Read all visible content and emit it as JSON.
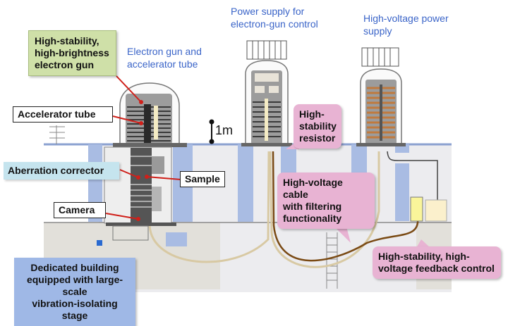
{
  "titles": {
    "electron_gun": [
      "Electron gun and",
      "accelerator tube"
    ],
    "gun_control_ps": [
      "Power supply for",
      "electron-gun control"
    ],
    "hv_ps": [
      "High-voltage power",
      "supply"
    ]
  },
  "labels": {
    "electron_gun": [
      "High-stability,",
      "high-brightness",
      "electron gun"
    ],
    "accelerator_tube": "Accelerator tube",
    "aberration_corrector": "Aberration corrector",
    "sample": "Sample",
    "camera": "Camera",
    "building": [
      "Dedicated building",
      "equipped with large-scale",
      "vibration-isolating stage"
    ],
    "resistor": [
      "High-",
      "stability",
      "resistor"
    ],
    "hv_cable": [
      "High-voltage cable",
      "with filtering",
      "functionality"
    ],
    "feedback": [
      "High-stability, high-",
      "voltage feedback control"
    ]
  },
  "scale_bar": "1m",
  "colors": {
    "title_blue": "#3a64c8",
    "pointer_red": "#d0201a",
    "green_box": "#cfe0a8",
    "cyan_box": "#c5e4ee",
    "pink_box": "#e8b3d3",
    "blue_box": "#9fb8e6",
    "wall_blue": "#a9bce3",
    "floor_gray": "#ececef",
    "cable_tan": "#d8c9a3",
    "cable_brown": "#7a4a14",
    "coil_orange": "#c07a3e"
  }
}
